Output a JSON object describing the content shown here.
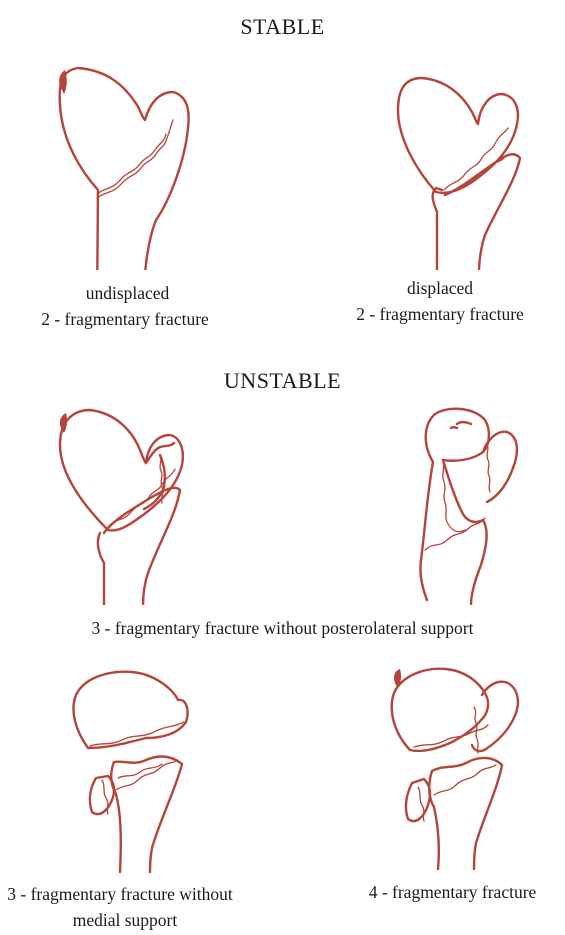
{
  "stable": {
    "heading": "STABLE",
    "undisplaced": {
      "line1": "undisplaced",
      "line2": "2 - fragmentary fracture"
    },
    "displaced": {
      "line1": "displaced",
      "line2": "2 - fragmentary fracture"
    }
  },
  "unstable": {
    "heading": "UNSTABLE",
    "no_posterolateral": {
      "caption": "3 - fragmentary fracture without posterolateral support"
    },
    "no_medial": {
      "line1": "3 - fragmentary fracture without",
      "line2": "medial support"
    },
    "four_fragment": {
      "caption": "4 - fragmentary fracture"
    }
  },
  "colors": {
    "outline": "#b5443a",
    "text": "#1a1a1a",
    "background": "#ffffff"
  }
}
